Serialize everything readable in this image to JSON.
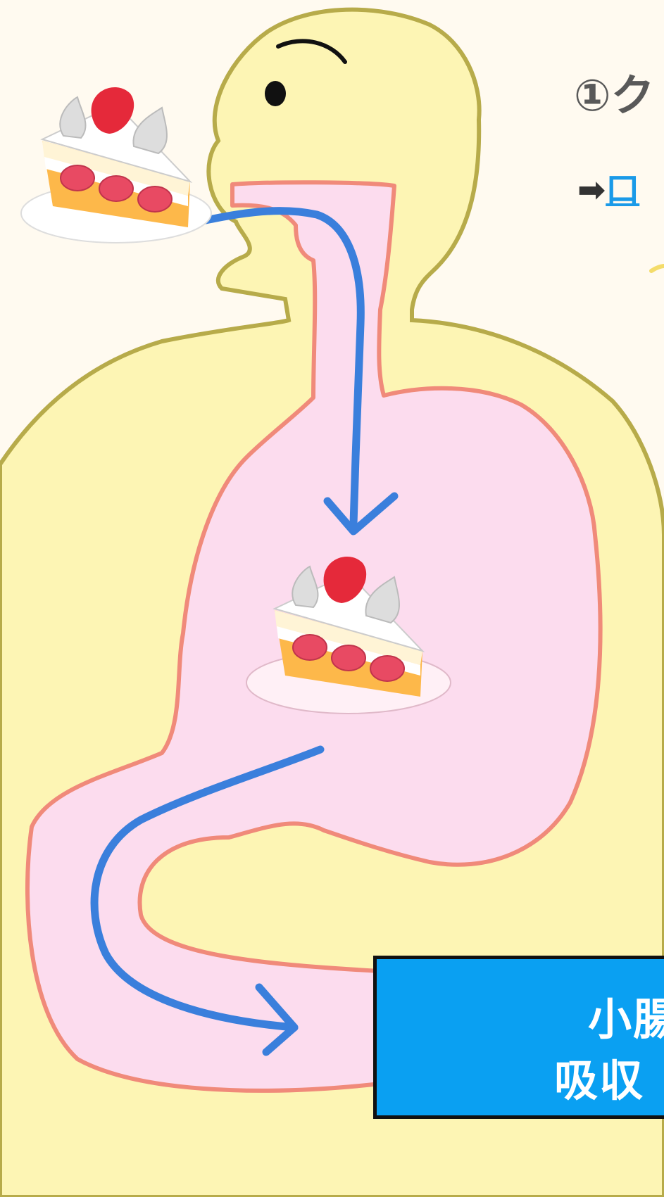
{
  "heading": {
    "text": "①ク"
  },
  "subline": {
    "arrow": "➡",
    "link_text": "口"
  },
  "info_box": {
    "line1": "小腸",
    "line2": "吸収"
  },
  "colors": {
    "body": "#fdf5b4",
    "body_outline": "#b7ab4a",
    "stomach": "#fcdcee",
    "stomach_outline": "#f08a7a",
    "path_arrow": "#3a7fdc",
    "info_box_bg": "#0aa0f2"
  },
  "icons": [
    "cake-icon",
    "eye-icon",
    "eyebrow-icon"
  ]
}
